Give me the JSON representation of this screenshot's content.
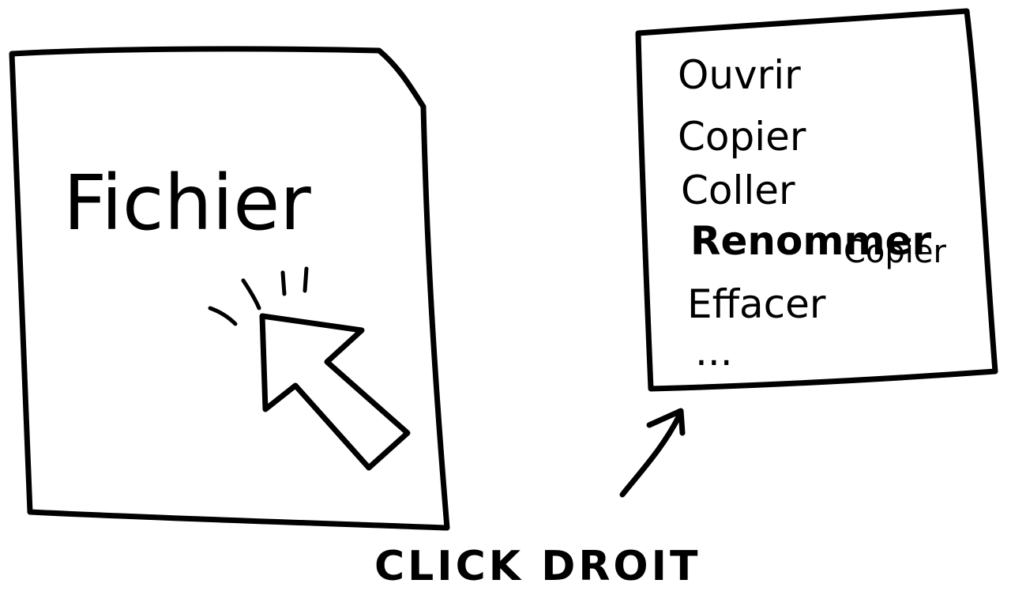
{
  "file": {
    "label": "Fichier"
  },
  "context_menu": {
    "items": [
      {
        "label": "Ouvrir"
      },
      {
        "label": "Copier"
      },
      {
        "label": "Coller"
      },
      {
        "label": "Renommer"
      },
      {
        "label": "Copier"
      },
      {
        "label": "Effacer"
      },
      {
        "label": "..."
      }
    ]
  },
  "caption": {
    "text": "CLICK DROIT"
  },
  "colors": {
    "ink": "#000000",
    "paper": "#ffffff"
  },
  "icons": {
    "cursor": "mouse-pointer-icon",
    "click_burst": "click-burst-icon",
    "arrow": "curved-arrow-icon"
  }
}
